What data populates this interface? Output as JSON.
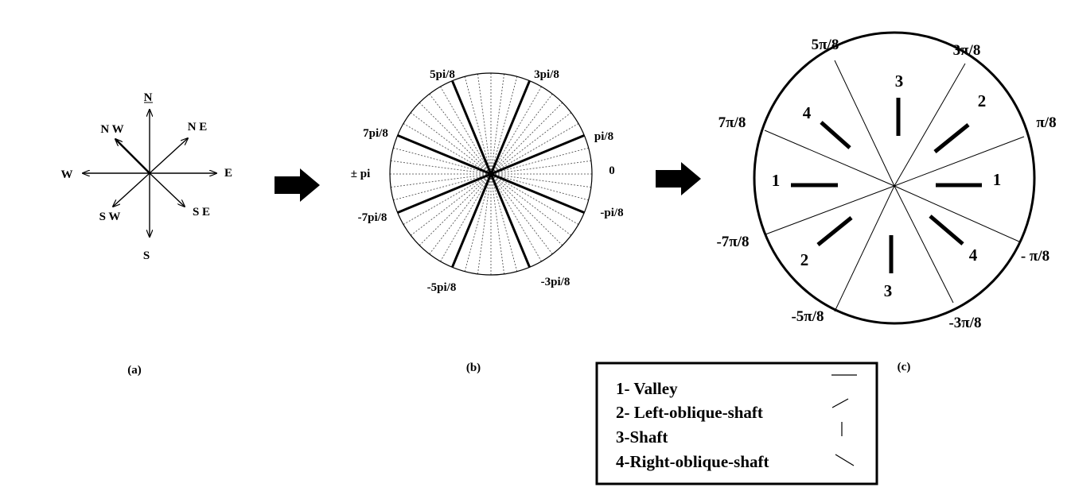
{
  "panel_a": {
    "caption": "(a)",
    "directions": {
      "n": "N",
      "ne": "N E",
      "e": "E",
      "se": "S E",
      "s": "S",
      "sw": "S W",
      "w": "W",
      "nw": "N W"
    }
  },
  "panel_b": {
    "caption": "(b)",
    "labels": {
      "p5": "5pi/8",
      "p3": "3pi/8",
      "p1": "pi/8",
      "zero": "0",
      "m1": "-pi/8",
      "m3": "-3pi/8",
      "m5": "-5pi/8",
      "m7": "-7pi/8",
      "pm": "± pi",
      "p7": "7pi/8"
    }
  },
  "panel_c": {
    "caption": "(c)",
    "labels": {
      "p5": "5π/8",
      "p3": "3π/8",
      "p1": "π/8",
      "m1": "- π/8",
      "m3": "-3π/8",
      "m5": "-5π/8",
      "m7": "-7π/8",
      "p7": "7π/8"
    },
    "sector_numbers": {
      "top": "3",
      "top_right": "2",
      "right": "1",
      "bottom_right": "4",
      "bottom": "3",
      "bottom_left": "2",
      "left": "1",
      "top_left": "4"
    }
  },
  "legend": {
    "items": [
      "1- Valley",
      "2- Left-oblique-shaft",
      "3-Shaft",
      "4-Right-oblique-shaft"
    ]
  }
}
